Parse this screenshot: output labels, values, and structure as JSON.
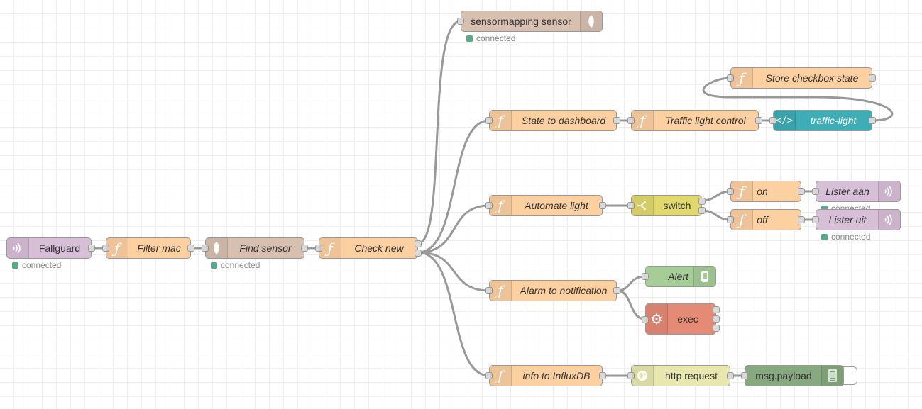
{
  "colors": {
    "function": "#fdd0a2",
    "sensor": "#d7c0b0",
    "mqtt": "#d8bfd8",
    "template": "#3fadb5",
    "switch": "#e2d96e",
    "notification": "#a6cc97",
    "exec": "#e58a75",
    "http": "#e7e7ae",
    "debug": "#87a980",
    "status_connected": "#5a9f7e",
    "wire": "#999999"
  },
  "nodes": {
    "fallguard": {
      "label": "Fallguard",
      "icon": "wifi-icon",
      "status": "connected"
    },
    "filter_mac": {
      "label": "Filter mac",
      "icon": "function-icon"
    },
    "find_sensor": {
      "label": "Find sensor",
      "icon": "leaf-icon",
      "status": "connected"
    },
    "check_new": {
      "label": "Check new",
      "icon": "function-icon"
    },
    "sensormapping_sensor": {
      "label": "sensormapping sensor",
      "icon": "leaf-icon",
      "status": "connected"
    },
    "state_to_dashboard": {
      "label": "State to dashboard",
      "icon": "function-icon"
    },
    "traffic_light_control": {
      "label": "Traffic light control",
      "icon": "function-icon"
    },
    "traffic_light": {
      "label": "traffic-light",
      "icon": "code-icon"
    },
    "store_checkbox_state": {
      "label": "Store checkbox state",
      "icon": "function-icon"
    },
    "automate_light": {
      "label": "Automate light",
      "icon": "function-icon"
    },
    "switch": {
      "label": "switch",
      "icon": "switch-icon"
    },
    "on": {
      "label": "on",
      "icon": "function-icon"
    },
    "off": {
      "label": "off",
      "icon": "function-icon"
    },
    "lister_aan": {
      "label": "Lister aan",
      "icon": "wifi-icon",
      "status": "connected"
    },
    "lister_uit": {
      "label": "Lister uit",
      "icon": "wifi-icon",
      "status": "connected"
    },
    "alarm_to_notification": {
      "label": "Alarm to notification",
      "icon": "function-icon"
    },
    "alert": {
      "label": "Alert",
      "icon": "phone-icon"
    },
    "exec": {
      "label": "exec",
      "icon": "gear-icon"
    },
    "info_to_influxdb": {
      "label": "info to InfluxDB",
      "icon": "function-icon"
    },
    "http_request": {
      "label": "http request",
      "icon": "globe-icon"
    },
    "msg_payload": {
      "label": "msg.payload",
      "icon": "list-icon"
    }
  }
}
